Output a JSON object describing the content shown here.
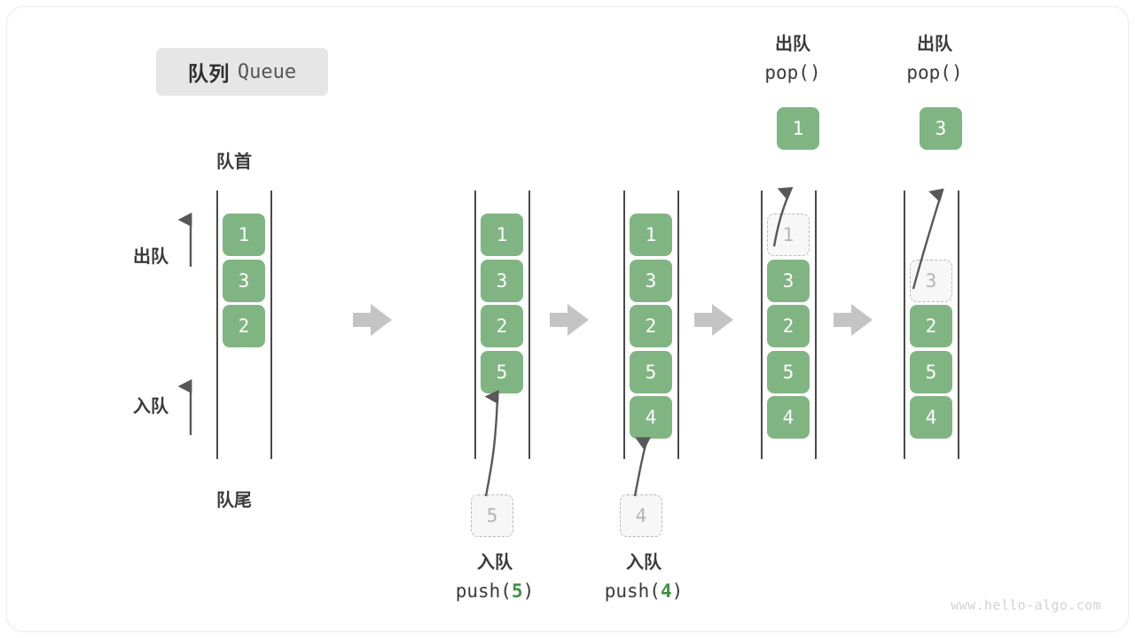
{
  "title": {
    "cn": "队列",
    "en": "Queue"
  },
  "labels": {
    "head": "队首",
    "tail": "队尾",
    "dequeue": "出队",
    "enqueue": "入队"
  },
  "watermark": "www.hello-algo.com",
  "colors": {
    "cell_fill": "#80b583",
    "cell_text": "#ffffff",
    "ghost_fill": "#f7f7f7",
    "ghost_border": "#b9b9b9",
    "ghost_text": "#b4b4b4",
    "rail": "#4a4a4a",
    "arrow_gray": "#c4c4c4",
    "motion_arrow": "#585858",
    "badge_bg": "#e6e6e6",
    "accent_green_text": "#3f9142",
    "label_text": "#3a3a3a"
  },
  "top_labels": [
    {
      "op": "出队",
      "call_prefix": "pop(",
      "call_arg": "",
      "call_suffix": ")"
    },
    {
      "op": "出队",
      "call_prefix": "pop(",
      "call_arg": "",
      "call_suffix": ")"
    }
  ],
  "bottom_labels": [
    {
      "op": "入队",
      "call_prefix": "push(",
      "call_arg": "5",
      "call_suffix": ")"
    },
    {
      "op": "入队",
      "call_prefix": "push(",
      "call_arg": "4",
      "call_suffix": ")"
    }
  ],
  "steps": [
    {
      "name": "initial",
      "cells": [
        "1",
        "3",
        "2"
      ],
      "ghost_index": null,
      "ghost_value": null,
      "incoming_value": null,
      "popped_value": null
    },
    {
      "name": "after-push-5",
      "cells": [
        "1",
        "3",
        "2",
        "5"
      ],
      "ghost_index": null,
      "ghost_value": null,
      "incoming_value": "5",
      "popped_value": null
    },
    {
      "name": "after-push-4",
      "cells": [
        "1",
        "3",
        "2",
        "5",
        "4"
      ],
      "ghost_index": null,
      "ghost_value": null,
      "incoming_value": "4",
      "popped_value": null
    },
    {
      "name": "after-pop-1",
      "cells": [
        "3",
        "2",
        "5",
        "4"
      ],
      "ghost_index": 0,
      "ghost_value": "1",
      "incoming_value": null,
      "popped_value": "1"
    },
    {
      "name": "after-pop-3",
      "cells": [
        "2",
        "5",
        "4"
      ],
      "ghost_index": 1,
      "ghost_value": "3",
      "incoming_value": null,
      "popped_value": "3"
    }
  ]
}
